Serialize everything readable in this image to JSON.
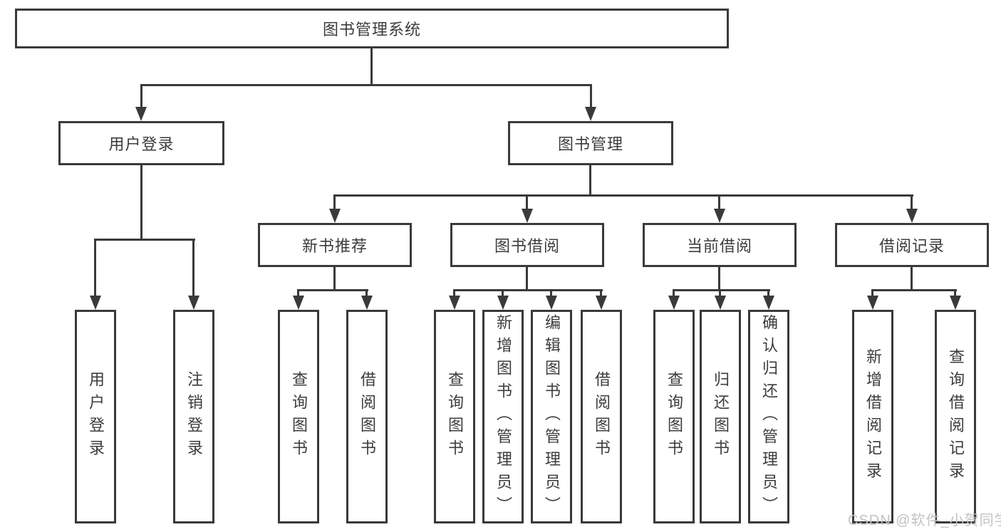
{
  "diagram": {
    "root": {
      "label": "图书管理系统"
    },
    "branches": [
      {
        "label": "用户登录",
        "children": [
          {
            "label": "用户登录"
          },
          {
            "label": "注销登录"
          }
        ]
      },
      {
        "label": "图书管理",
        "groups": [
          {
            "label": "新书推荐",
            "children": [
              {
                "label": "查询图书"
              },
              {
                "label": "借阅图书"
              }
            ]
          },
          {
            "label": "图书借阅",
            "children": [
              {
                "label": "查询图书"
              },
              {
                "label": "新增图书（管理员）"
              },
              {
                "label": "编辑图书（管理员）"
              },
              {
                "label": "借阅图书"
              }
            ]
          },
          {
            "label": "当前借阅",
            "children": [
              {
                "label": "查询图书"
              },
              {
                "label": "归还图书"
              },
              {
                "label": "确认归还（管理员）"
              }
            ]
          },
          {
            "label": "借阅记录",
            "children": [
              {
                "label": "新增借阅记录"
              },
              {
                "label": "查询借阅记录"
              }
            ]
          }
        ]
      }
    ]
  },
  "watermark": {
    "text": "CSDN @软件_小贺同学"
  },
  "colors": {
    "line": "#3a3a3a",
    "text": "#3c3c3c",
    "background": "#ffffff",
    "watermark": "#c2c2c2"
  }
}
